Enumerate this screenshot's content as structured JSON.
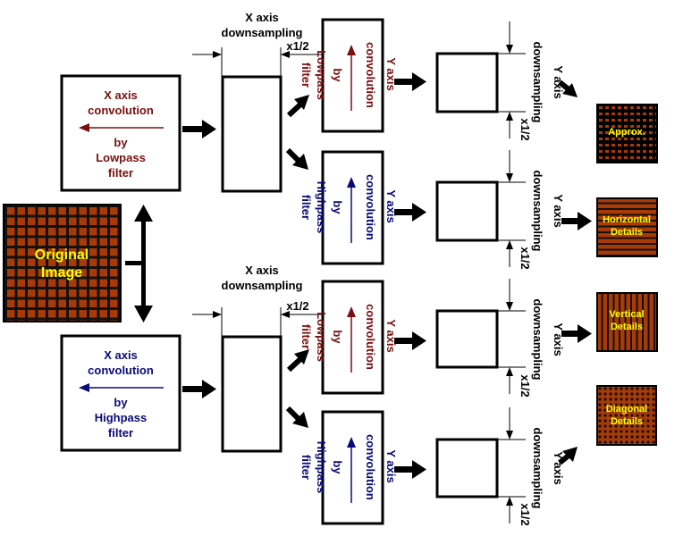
{
  "colors": {
    "lowpass": "#7a0f0f",
    "highpass": "#0a0a7a",
    "image_fill": "#a83a08",
    "image_label": "#ffff00",
    "ink": "#000000"
  },
  "original_image": {
    "line1": "Original",
    "line2": "Image"
  },
  "x_stage": {
    "lowpass": {
      "line1": "X axis",
      "line2": "convolution",
      "line3": "by",
      "line4": "Lowpass",
      "line5": "filter"
    },
    "highpass": {
      "line1": "X axis",
      "line2": "convolution",
      "line3": "by",
      "line4": "Highpass",
      "line5": "filter"
    }
  },
  "x_downsampling": {
    "line1": "X axis",
    "line2": "downsampling",
    "factor": "x1/2"
  },
  "y_stage": {
    "lowpass": {
      "line1": "Y axis",
      "line2": "convolution",
      "line3": "by",
      "line4": "Lowpass",
      "line5": "filter"
    },
    "highpass": {
      "line1": "Y axis",
      "line2": "convolution",
      "line3": "by",
      "line4": "Highpass",
      "line5": "filter"
    }
  },
  "y_downsampling": {
    "line1": "Y axis",
    "line2": "downsampling",
    "factor": "x1/2"
  },
  "outputs": [
    {
      "line1": "Approx.",
      "line2": ""
    },
    {
      "line1": "Horizontal",
      "line2": "Details"
    },
    {
      "line1": "Vertical",
      "line2": "Details"
    },
    {
      "line1": "Diagonal",
      "line2": "Details"
    }
  ]
}
